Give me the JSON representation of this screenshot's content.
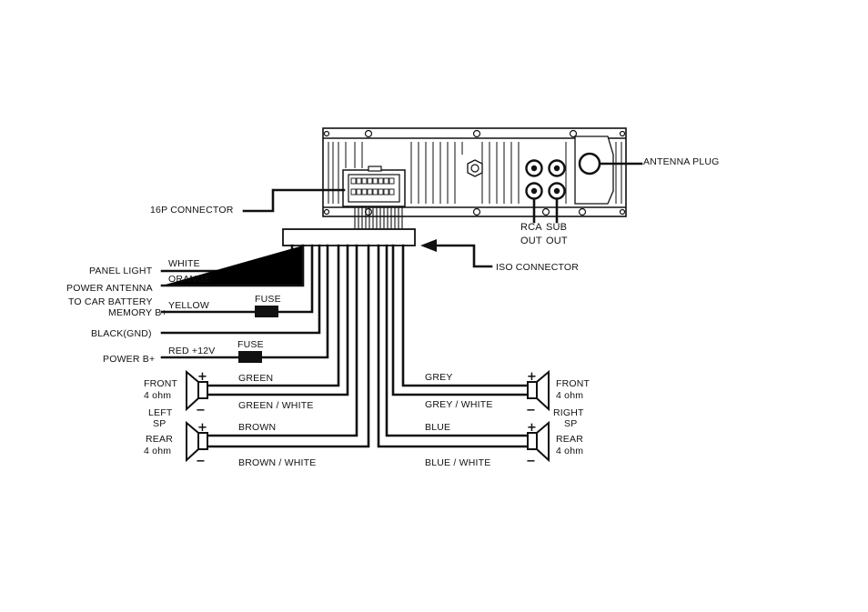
{
  "diagram": {
    "head_unit": {
      "connector_16p": "16P CONNECTOR",
      "antenna_plug": "ANTENNA PLUG",
      "rca_label": "RCA",
      "rca_out": "OUT",
      "sub_label": "SUB",
      "sub_out": "OUT",
      "iso_connector": "ISO CONNECTOR"
    },
    "left_wires": {
      "white_color": "WHITE",
      "white_function": "PANEL LIGHT",
      "orange_color": "ORANGE",
      "orange_function": "POWER ANTENNA",
      "yellow_color": "YELLOW",
      "yellow_function_1": "TO CAR BATTERY",
      "yellow_function_2": "MEMORY B+",
      "yellow_fuse": "FUSE",
      "black_function": "BLACK(GND)",
      "red_color": "RED +12V",
      "red_function": "POWER B+",
      "red_fuse": "FUSE"
    },
    "speakers": {
      "left_front_1": "FRONT",
      "left_front_2": "4 ohm",
      "left_side_1": "LEFT",
      "left_side_2": "SP",
      "left_rear_1": "REAR",
      "left_rear_2": "4 ohm",
      "right_front_1": "FRONT",
      "right_front_2": "4 ohm",
      "right_side_1": "RIGHT",
      "right_side_2": "SP",
      "right_rear_1": "REAR",
      "right_rear_2": "4 ohm",
      "green": "GREEN",
      "green_white": "GREEN / WHITE",
      "brown": "BROWN",
      "brown_white": "BROWN / WHITE",
      "grey": "GREY",
      "grey_white": "GREY / WHITE",
      "blue": "BLUE",
      "blue_white": "BLUE / WHITE"
    }
  }
}
